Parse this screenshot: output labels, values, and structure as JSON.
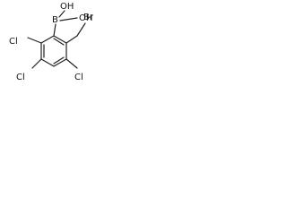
{
  "molecule": {
    "atoms": {
      "boron": "B",
      "hydroxyl_top": "OH",
      "hydroxyl_right": "OH",
      "bromine": "Br",
      "chlorine_left": "Cl",
      "chlorine_bottom_left": "Cl",
      "chlorine_bottom_right": "Cl"
    }
  }
}
